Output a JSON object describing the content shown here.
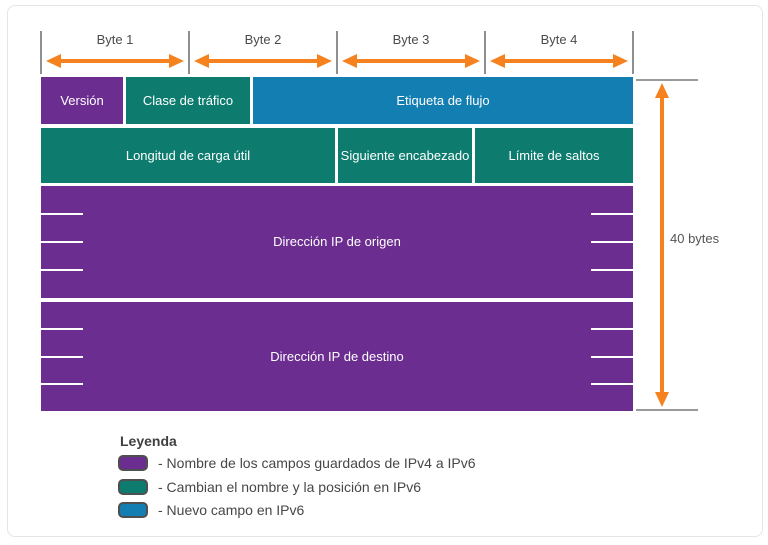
{
  "diagram": {
    "byte_labels": [
      "Byte 1",
      "Byte 2",
      "Byte 3",
      "Byte 4"
    ],
    "fields": [
      {
        "label": "Versión",
        "category": "kept-from-ipv4"
      },
      {
        "label": "Clase de tráfico",
        "category": "renamed-in-ipv6"
      },
      {
        "label": "Etiqueta de flujo",
        "category": "new-in-ipv6"
      },
      {
        "label": "Longitud de carga útil",
        "category": "renamed-in-ipv6"
      },
      {
        "label": "Siguiente encabezado",
        "category": "renamed-in-ipv6"
      },
      {
        "label": "Límite de saltos",
        "category": "renamed-in-ipv6"
      },
      {
        "label": "Dirección IP de origen",
        "category": "kept-from-ipv4"
      },
      {
        "label": "Dirección IP de destino",
        "category": "kept-from-ipv4"
      }
    ],
    "size_label": "40 bytes"
  },
  "legend": {
    "title": "Leyenda",
    "items": [
      {
        "swatch_color": "#6b2d90",
        "label": "- Nombre de los campos guardados de IPv4 a IPv6"
      },
      {
        "swatch_color": "#0d7c6f",
        "label": "- Cambian el nombre y la posición en IPv6"
      },
      {
        "swatch_color": "#127eb1",
        "label": "- Nuevo campo en IPv6"
      }
    ]
  },
  "colors": {
    "purple": "#6b2d90",
    "teal": "#0d7c6f",
    "blue": "#127eb1",
    "orange": "#f5821f",
    "line_gray": "#8f8f8f",
    "text_dark": "#4b4b4b",
    "card_border": "#e5e5e5"
  }
}
